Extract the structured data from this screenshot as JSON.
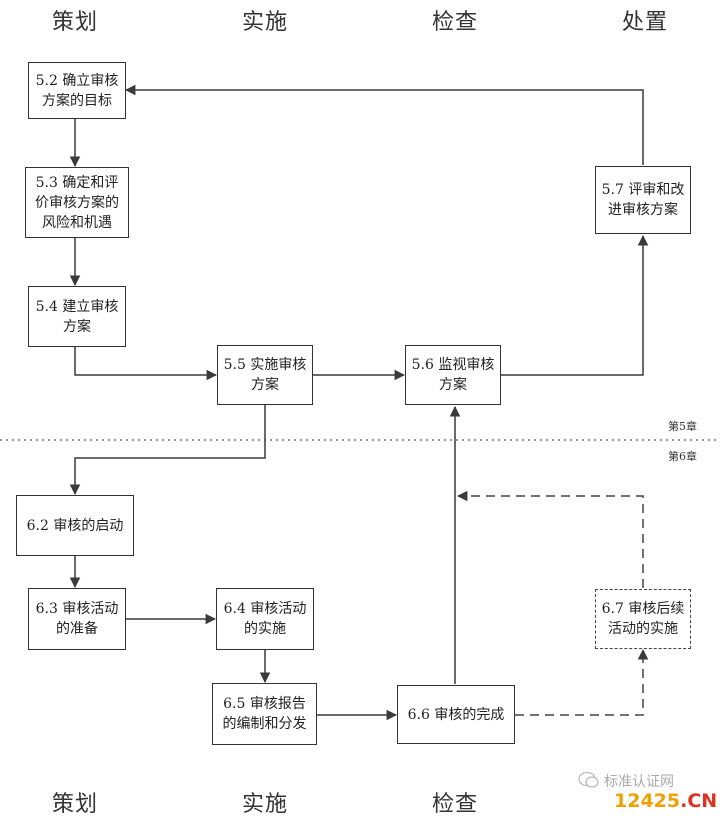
{
  "columns_top": [
    "策划",
    "实施",
    "检查",
    "处置"
  ],
  "columns_bottom": [
    "策划",
    "实施",
    "检查"
  ],
  "boxes": {
    "b52": "5.2 确立审核\n方案的目标",
    "b53": "5.3 确定和评\n价审核方案的\n风险和机遇",
    "b54": "5.4 建立审核\n方案",
    "b55": "5.5 实施审核\n方案",
    "b56": "5.6 监视审核\n方案",
    "b57": "5.7 评审和改\n进审核方案",
    "b62": "6.2 审核的启动",
    "b63": "6.3 审核活动\n的准备",
    "b64": "6.4 审核活动\n的实施",
    "b65": "6.5 审核报告\n的编制和分发",
    "b66": "6.6 审核的完成",
    "b67": "6.7 审核后续\n活动的实施"
  },
  "chapters": {
    "ch5": "第5章",
    "ch6": "第6章"
  },
  "watermark": {
    "text": "标准认证网",
    "site_num": "12425",
    "site_tld": ".CN"
  },
  "colors": {
    "line": "#3a3a3a",
    "watermark_num": "#f0a000",
    "watermark_tld": "#e03020"
  }
}
